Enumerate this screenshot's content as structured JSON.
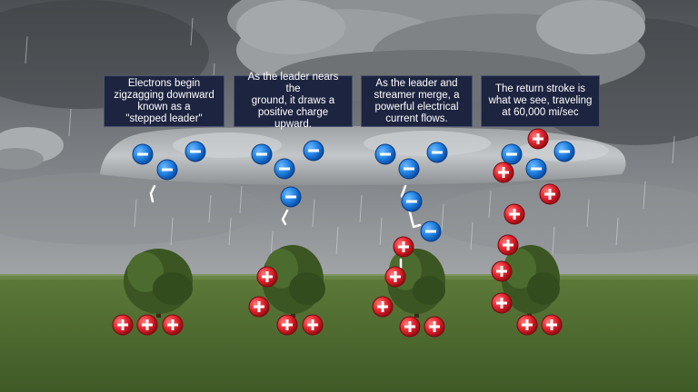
{
  "colors": {
    "sky": "#6f7377",
    "cloud": "#b9bcbf",
    "grass": "#4d6a30",
    "electron": "#1f7fe0",
    "proton": "#e0202a",
    "caption_bg": "#1d2440",
    "bolt": "#ffffff",
    "tree": "#3f5a25"
  },
  "icons": {
    "negative": "minus-sign-icon",
    "positive": "plus-sign-icon"
  },
  "captions": [
    {
      "text": "Electrons begin\nzigzagging downward\nknown as a\n\"stepped leader\""
    },
    {
      "text": "As the leader nears the\nground, it draws a\npositive charge\nupward."
    },
    {
      "text": "As the leader and\nstreamer merge, a\npowerful electrical\ncurrent flows."
    },
    {
      "text": "The return stroke is\nwhat we see, traveling\nat 60,000 mi/sec"
    }
  ]
}
